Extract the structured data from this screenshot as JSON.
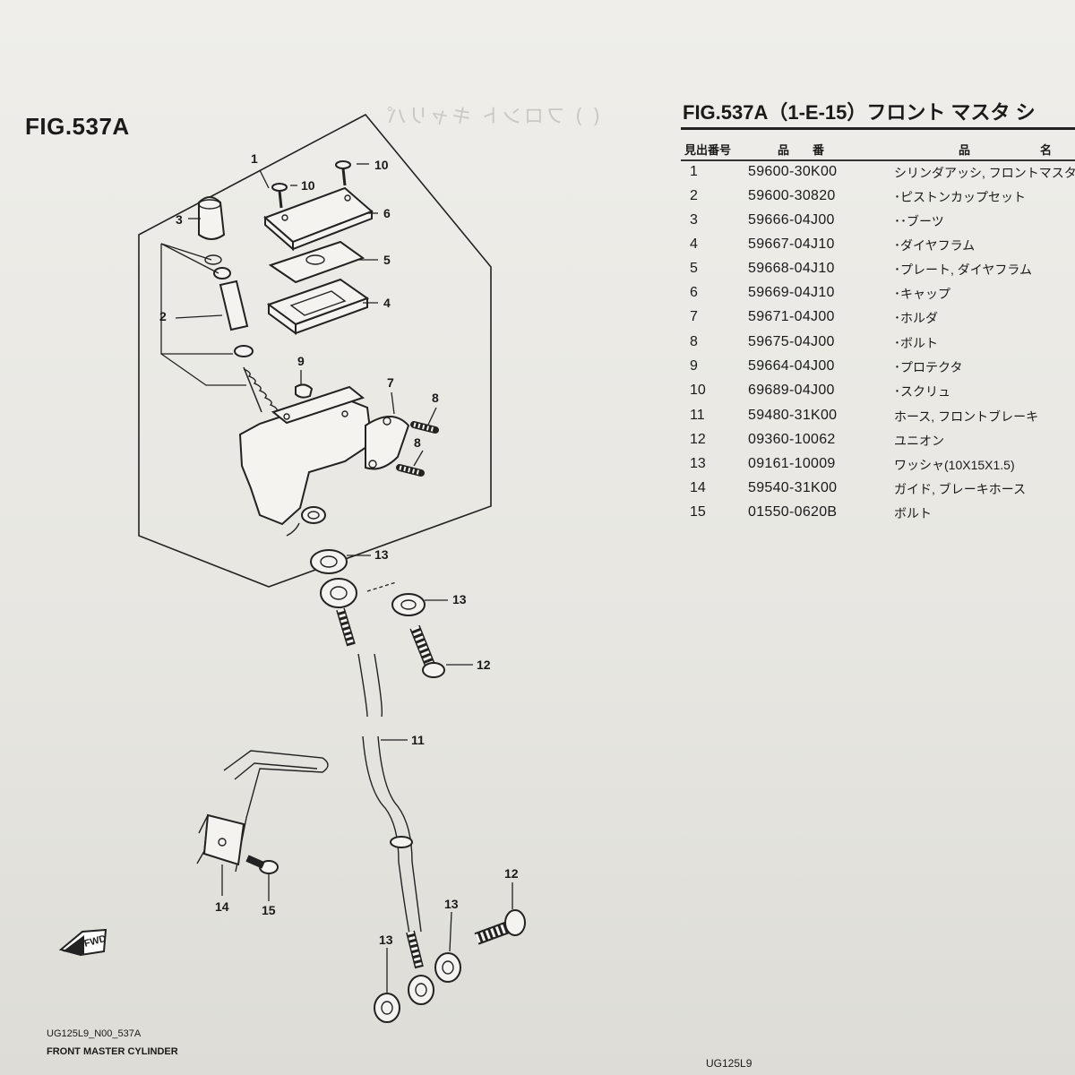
{
  "figure": {
    "title": "FIG.537A",
    "model_code": "UG125L9_N00_537A",
    "caption": "FRONT MASTER CYLINDER",
    "fwd_label": "FWD",
    "callouts": [
      "1",
      "2",
      "3",
      "4",
      "5",
      "6",
      "7",
      "8",
      "8",
      "9",
      "10",
      "10",
      "11",
      "12",
      "12",
      "13",
      "13",
      "13",
      "13",
      "14",
      "15"
    ]
  },
  "table": {
    "title": "FIG.537A（1-E-15）フロント マスタ シ",
    "headers": {
      "ref": "見出番号",
      "part_no": "品　　番",
      "desc": "品　　　　　　名"
    },
    "rows": [
      {
        "ref": "1",
        "part_no": "59600-30K00",
        "desc": "シリンダアッシ, フロントマスタ"
      },
      {
        "ref": "2",
        "part_no": "59600-30820",
        "desc": "･ピストンカップセット"
      },
      {
        "ref": "3",
        "part_no": "59666-04J00",
        "desc": "･･ブーツ"
      },
      {
        "ref": "4",
        "part_no": "59667-04J10",
        "desc": "･ダイヤフラム"
      },
      {
        "ref": "5",
        "part_no": "59668-04J10",
        "desc": "･プレート, ダイヤフラム"
      },
      {
        "ref": "6",
        "part_no": "59669-04J10",
        "desc": "･キャップ"
      },
      {
        "ref": "7",
        "part_no": "59671-04J00",
        "desc": "･ホルダ"
      },
      {
        "ref": "8",
        "part_no": "59675-04J00",
        "desc": "･ボルト"
      },
      {
        "ref": "9",
        "part_no": "59664-04J00",
        "desc": "･プロテクタ"
      },
      {
        "ref": "10",
        "part_no": "69689-04J00",
        "desc": "･スクリュ"
      },
      {
        "ref": "11",
        "part_no": "59480-31K00",
        "desc": "ホース, フロントブレーキ"
      },
      {
        "ref": "12",
        "part_no": "09360-10062",
        "desc": "ユニオン"
      },
      {
        "ref": "13",
        "part_no": "09161-10009",
        "desc": "ワッシャ(10X15X1.5)"
      },
      {
        "ref": "14",
        "part_no": "59540-31K00",
        "desc": "ガイド, ブレーキホース"
      },
      {
        "ref": "15",
        "part_no": "01550-0620B",
        "desc": "ボルト"
      }
    ]
  },
  "footer": {
    "code": "UG125L9"
  }
}
